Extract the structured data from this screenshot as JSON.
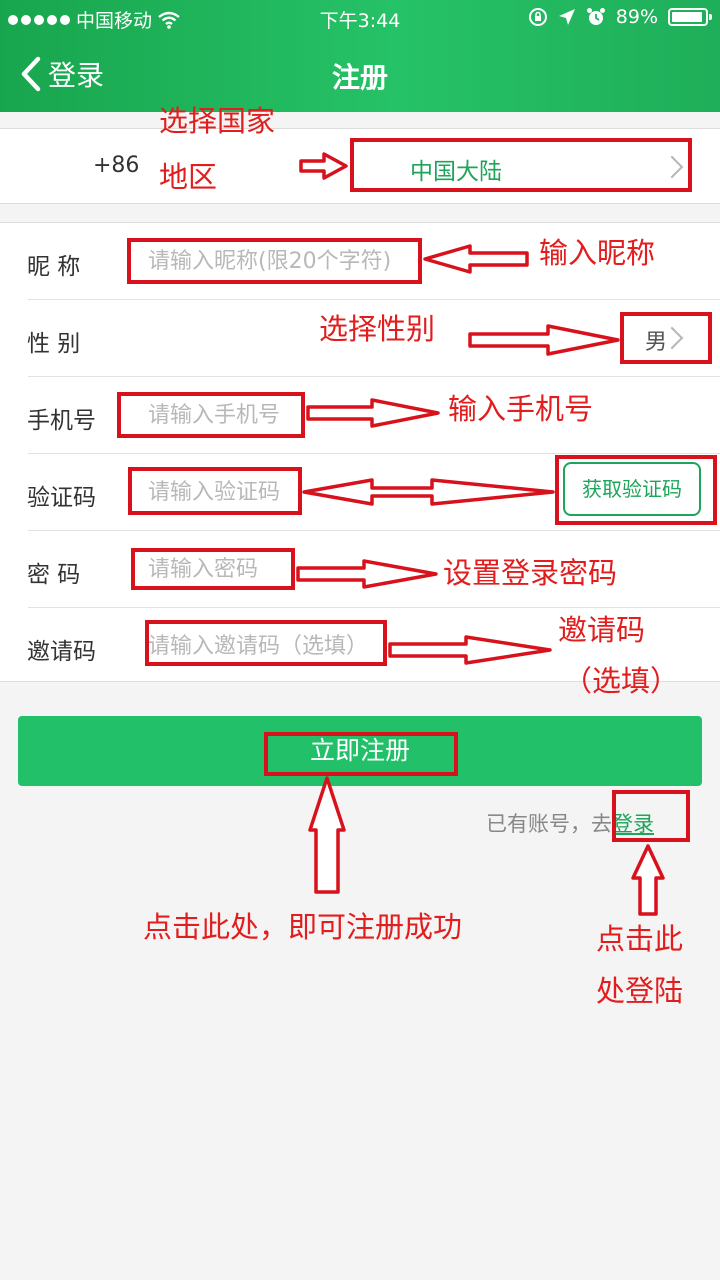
{
  "status_bar": {
    "carrier": "中国移动",
    "time": "下午3:44",
    "battery": "89%"
  },
  "nav": {
    "back_label": "登录",
    "title": "注册"
  },
  "country": {
    "code": "+86",
    "region": "中国大陆"
  },
  "form": {
    "nickname": {
      "label": "昵  称",
      "placeholder": "请输入昵称(限20个字符)"
    },
    "gender": {
      "label": "性  别",
      "value": "男"
    },
    "phone": {
      "label": "手机号",
      "placeholder": "请输入手机号"
    },
    "code": {
      "label": "验证码",
      "placeholder": "请输入验证码",
      "button": "获取验证码"
    },
    "password": {
      "label": "密  码",
      "placeholder": "请输入密码"
    },
    "invite": {
      "label": "邀请码",
      "placeholder": "请输入邀请码（选填）"
    }
  },
  "submit_label": "立即注册",
  "login_prompt": {
    "text": "已有账号，去",
    "link": "登录"
  },
  "annotations": {
    "country_1": "选择国家",
    "country_2": "地区",
    "nickname": "输入昵称",
    "gender": "选择性别",
    "phone": "输入手机号",
    "password": "设置登录密码",
    "invite_1": "邀请码",
    "invite_2": "（选填）",
    "submit": "点击此处，即可注册成功",
    "login_1": "点击此",
    "login_2": "处登陆"
  },
  "colors": {
    "brand_green": "#23c06a",
    "link_green": "#1ea45b",
    "annotation_red": "#d8121c"
  }
}
